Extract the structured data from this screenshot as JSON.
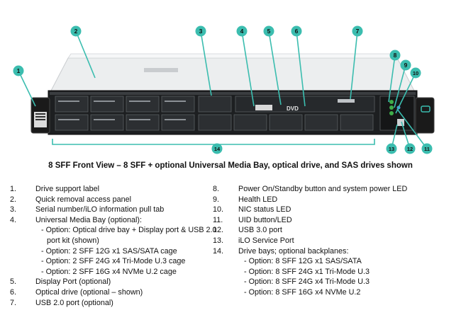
{
  "figure": {
    "callouts": [
      "1",
      "2",
      "3",
      "4",
      "5",
      "6",
      "7",
      "8",
      "9",
      "10",
      "11",
      "12",
      "13",
      "14"
    ],
    "callout_color": "#3bbdaf",
    "drive_count_label": "14"
  },
  "caption": "8 SFF Front View – 8 SFF + optional Universal Media Bay, optical drive, and SAS drives shown",
  "left_list": [
    {
      "num": "1.",
      "text": "Drive support label"
    },
    {
      "num": "2.",
      "text": "Quick removal access panel"
    },
    {
      "num": "3.",
      "text": "Serial number/iLO information pull tab"
    },
    {
      "num": "4.",
      "text": "Universal Media Bay (optional):"
    },
    {
      "num": "",
      "text": "- Option: Optical drive bay + Display port & USB 2.0"
    },
    {
      "num": "",
      "text": "port kit (shown)"
    },
    {
      "num": "",
      "text": "- Option: 2 SFF 12G x1 SAS/SATA cage"
    },
    {
      "num": "",
      "text": "- Option: 2 SFF 24G x4 Tri-Mode U.3 cage"
    },
    {
      "num": "",
      "text": "- Option: 2 SFF 16G x4 NVMe U.2 cage"
    },
    {
      "num": "5.",
      "text": "Display Port (optional)"
    },
    {
      "num": "6.",
      "text": "Optical drive (optional – shown)"
    },
    {
      "num": "7.",
      "text": "USB 2.0 port (optional)"
    }
  ],
  "right_list": [
    {
      "num": "8.",
      "text": "Power On/Standby button and system power LED"
    },
    {
      "num": "9.",
      "text": "Health LED"
    },
    {
      "num": "10.",
      "text": "NIC status LED"
    },
    {
      "num": "11.",
      "text": "UID button/LED"
    },
    {
      "num": "12.",
      "text": "USB 3.0 port"
    },
    {
      "num": "13.",
      "text": "iLO Service Port"
    },
    {
      "num": "14.",
      "text": "Drive bays; optional backplanes:"
    },
    {
      "num": "",
      "text": "- Option: 8 SFF 12G x1 SAS/SATA"
    },
    {
      "num": "",
      "text": "- Option: 8 SFF 24G x1 Tri-Mode U.3"
    },
    {
      "num": "",
      "text": "- Option: 8 SFF 24G x4 Tri-Mode U.3"
    },
    {
      "num": "",
      "text": "- Option: 8 SFF 16G x4 NVMe U.2"
    }
  ],
  "dvd_label": "DVD"
}
